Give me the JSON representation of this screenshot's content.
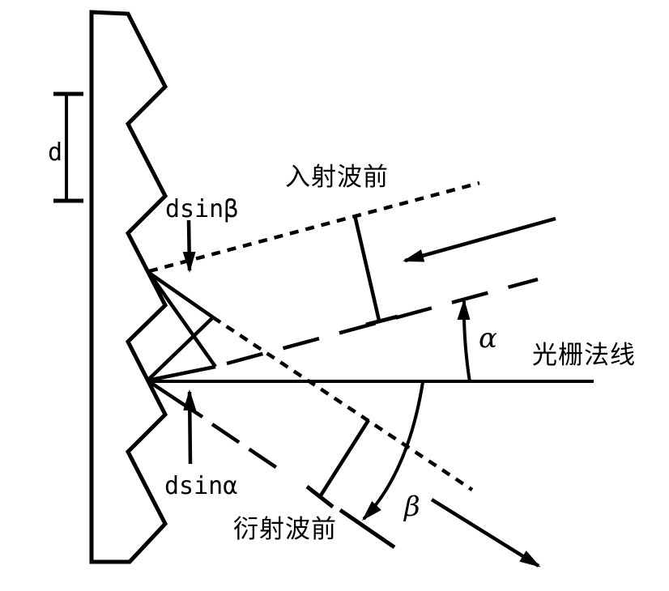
{
  "figure": {
    "type": "blazed-diffraction-grating-geometry-diagram",
    "background_color": "#ffffff",
    "ink_color": "#000000",
    "labels": {
      "groove_spacing": "d",
      "path_difference_beta": "dsinβ",
      "path_difference_alpha": "dsinα",
      "incident_wavefront": "入射波前",
      "diffracted_wavefront": "衍射波前",
      "grating_normal": "光栅法线",
      "incidence_angle": "α",
      "diffraction_angle": "β"
    }
  }
}
